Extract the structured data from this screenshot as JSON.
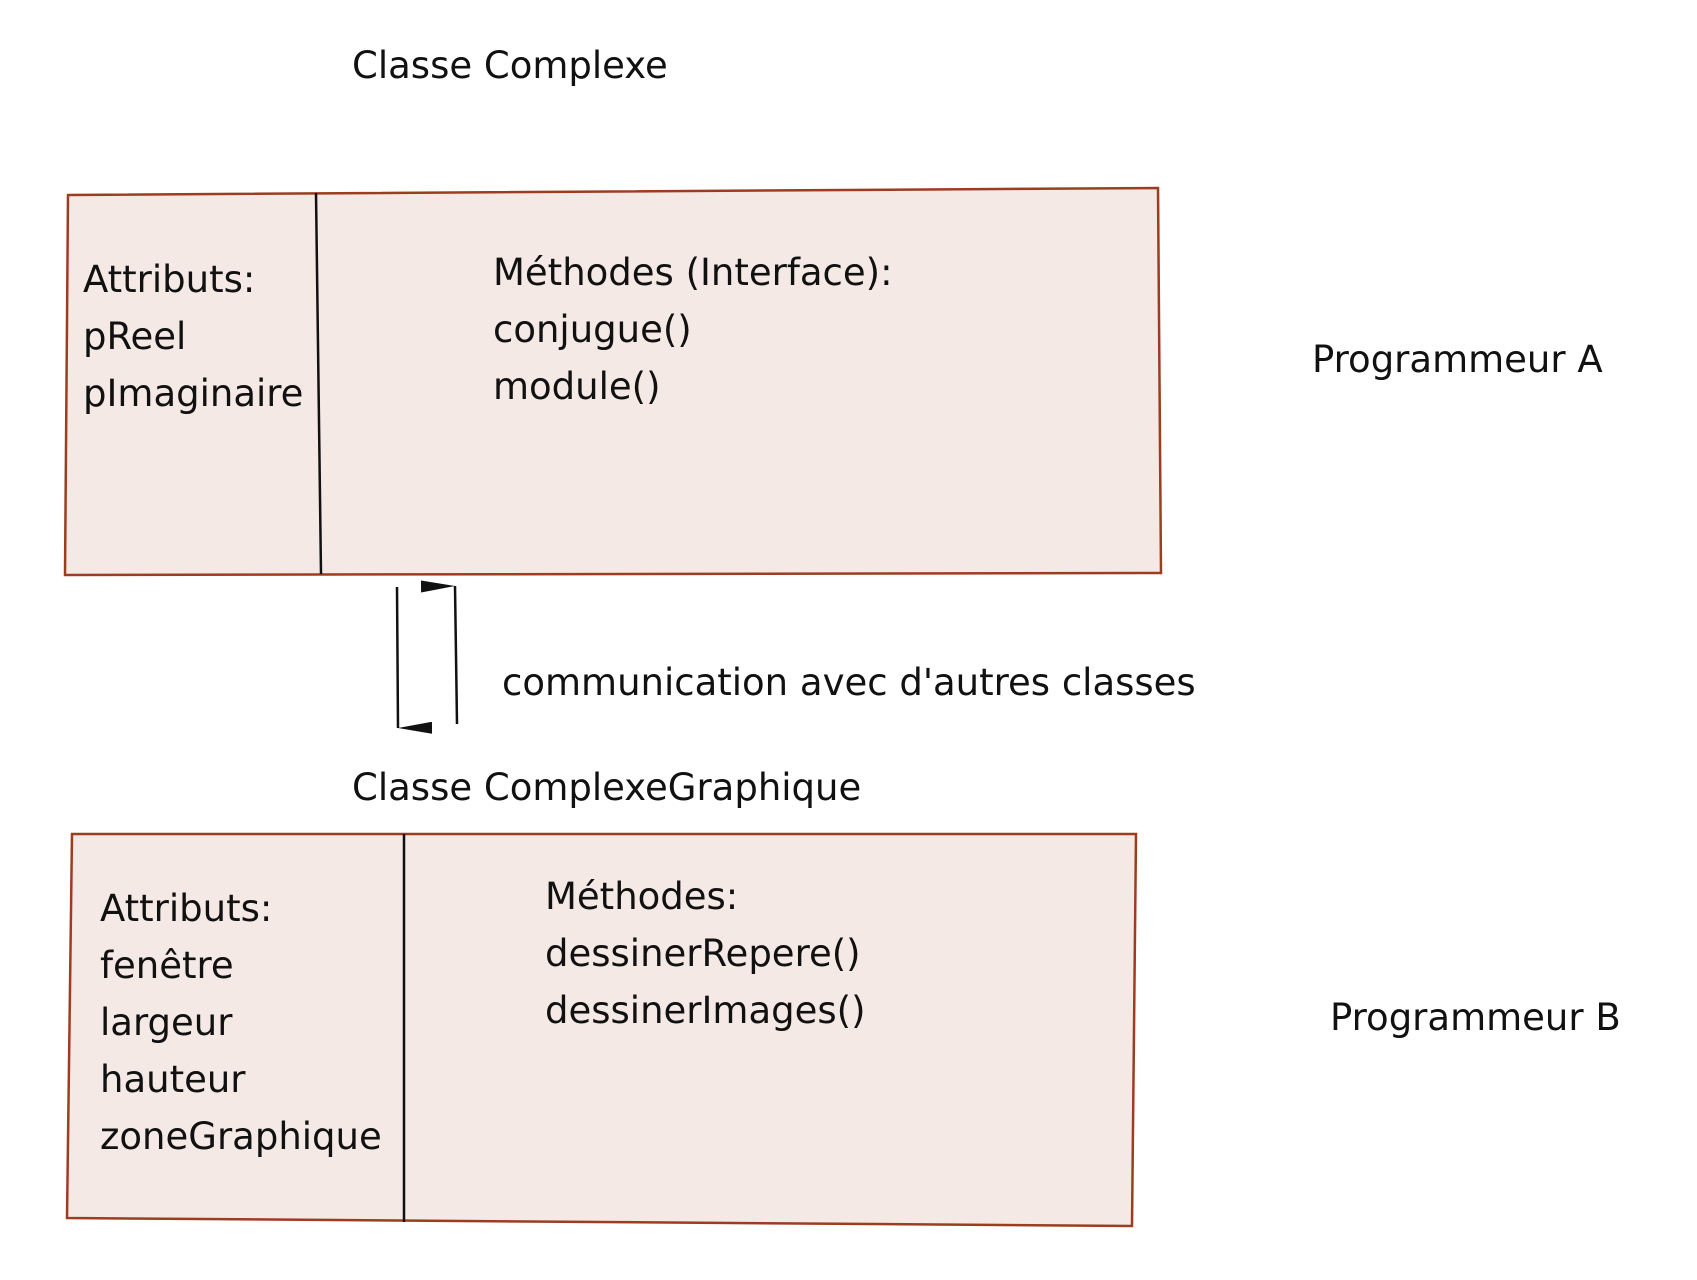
{
  "colors": {
    "box_fill": "#f4e9e5",
    "box_border": "#9c3d1f",
    "divider": "#111111",
    "arrow": "#111111"
  },
  "diagram": {
    "class_a": {
      "title": "Classe Complexe",
      "attributes": [
        "Attributs:",
        "pReel",
        "pImaginaire"
      ],
      "methods": [
        "Méthodes (Interface):",
        "conjugue()",
        "module()"
      ],
      "owner": "Programmeur A"
    },
    "link": {
      "label": "communication avec d'autres classes"
    },
    "class_b": {
      "title": "Classe ComplexeGraphique",
      "attributes": [
        "Attributs:",
        "fenêtre",
        "largeur",
        "hauteur",
        "zoneGraphique"
      ],
      "methods": [
        "Méthodes:",
        "dessinerRepere()",
        "dessinerImages()"
      ],
      "owner": "Programmeur B"
    }
  }
}
